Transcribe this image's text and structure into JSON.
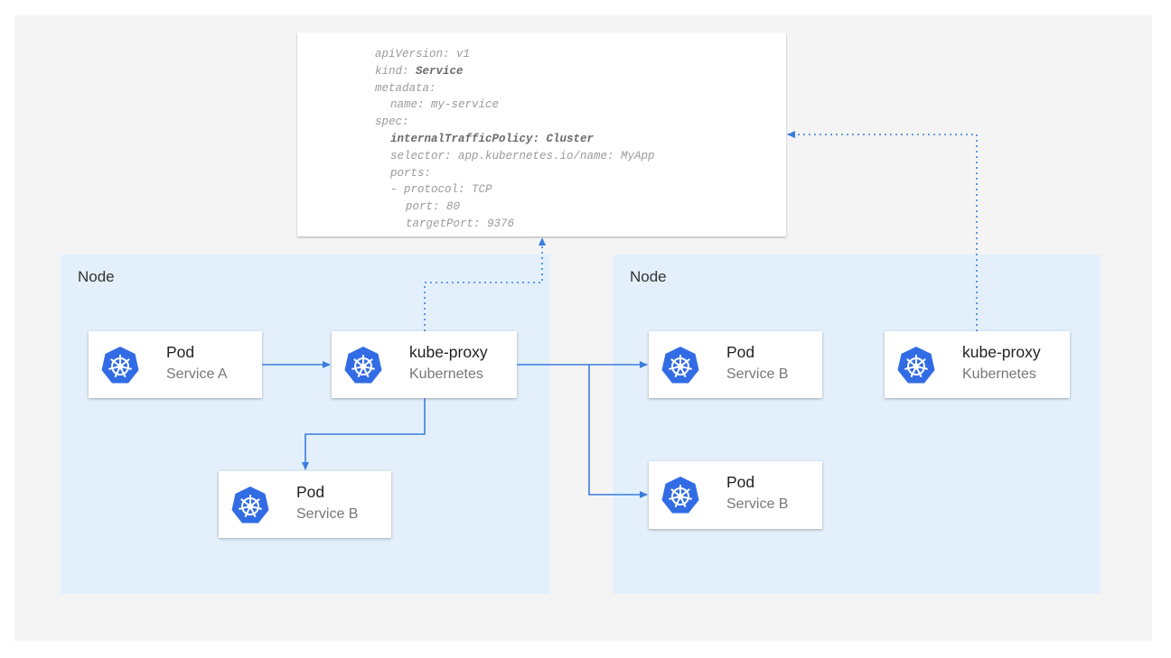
{
  "colors": {
    "panel": "#f4f4f4",
    "node": "#e3f0fc",
    "accent": "#3b7ddd",
    "icon": "#326ce5"
  },
  "yaml": [
    {
      "indent": 0,
      "key": "apiVersion:",
      "value": " v1",
      "bold": false
    },
    {
      "indent": 0,
      "key": "kind:",
      "value": " Service",
      "boldValue": true
    },
    {
      "indent": 0,
      "key": "metadata:",
      "value": ""
    },
    {
      "indent": 1,
      "key": "name:",
      "value": " my-service"
    },
    {
      "indent": 0,
      "key": "spec:",
      "value": ""
    },
    {
      "indent": 1,
      "key": "internalTrafficPolicy:",
      "value": " Cluster",
      "bold": true
    },
    {
      "indent": 1,
      "key": "selector:",
      "value": " app.kubernetes.io/name: MyApp"
    },
    {
      "indent": 1,
      "key": "ports:",
      "value": ""
    },
    {
      "indent": 1,
      "key": "- protocol:",
      "value": " TCP"
    },
    {
      "indent": 2,
      "key": "port:",
      "value": " 80"
    },
    {
      "indent": 2,
      "key": "targetPort:",
      "value": " 9376"
    }
  ],
  "nodes": [
    {
      "label": "Node"
    },
    {
      "label": "Node"
    }
  ],
  "cards": {
    "pod_a": {
      "title": "Pod",
      "subtitle": "Service A",
      "icon": "kubernetes-helm-icon"
    },
    "proxy_left": {
      "title": "kube-proxy",
      "subtitle": "Kubernetes",
      "icon": "kubernetes-helm-icon"
    },
    "pod_b_left": {
      "title": "Pod",
      "subtitle": "Service B",
      "icon": "kubernetes-helm-icon"
    },
    "pod_b_right1": {
      "title": "Pod",
      "subtitle": "Service B",
      "icon": "kubernetes-helm-icon"
    },
    "pod_b_right2": {
      "title": "Pod",
      "subtitle": "Service B",
      "icon": "kubernetes-helm-icon"
    },
    "proxy_right": {
      "title": "kube-proxy",
      "subtitle": "Kubernetes",
      "icon": "kubernetes-helm-icon"
    }
  }
}
